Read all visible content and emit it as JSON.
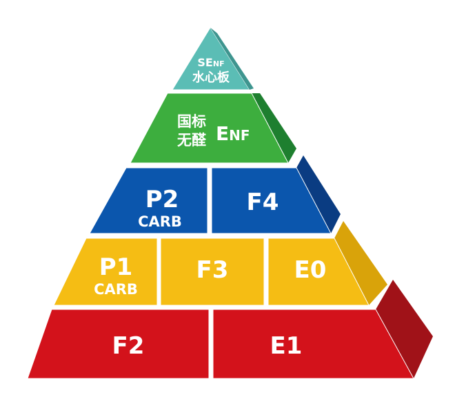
{
  "pyramid": {
    "tier5": {
      "title_prefix": "SE",
      "title_suffix": "NF",
      "subtitle": "水心板",
      "color": "#5BBDB5",
      "side_color": "#3E958F"
    },
    "tier4": {
      "line1": "国标",
      "line2": "无醛",
      "brand_e": "E",
      "brand_nf": "NF",
      "color": "#3DAE3E",
      "side_color": "#1E7F2F"
    },
    "tier3": {
      "left_label": "P2",
      "left_sub": "CARB",
      "right_label": "F4",
      "color": "#0B56AD",
      "side_color": "#0A3C82"
    },
    "tier2": {
      "left_label": "P1",
      "left_sub": "CARB",
      "mid_label": "F3",
      "right_label": "E0",
      "color": "#F5BD14",
      "side_color": "#D9A30A"
    },
    "tier1": {
      "left_label": "F2",
      "right_label": "E1",
      "color": "#D3121B",
      "side_color": "#A01218"
    }
  }
}
